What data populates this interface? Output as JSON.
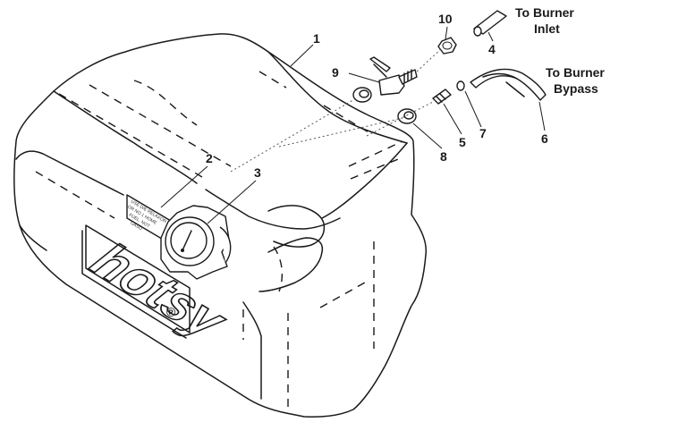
{
  "callouts": {
    "c1": "1",
    "c2": "2",
    "c3": "3",
    "c4": "4",
    "c5": "5",
    "c6": "6",
    "c7": "7",
    "c8": "8",
    "c9": "9",
    "c10": "10"
  },
  "destinations": {
    "inlet_line1": "To Burner",
    "inlet_line2": "Inlet",
    "bypass_line1": "To Burner",
    "bypass_line2": "Bypass"
  },
  "decal_lines": [
    "USE D/E RELAXOR",
    "OR NO 1 HOME",
    "FUEL. NOT",
    "GASO"
  ],
  "logo": "hotsy",
  "registered_mark": "®"
}
